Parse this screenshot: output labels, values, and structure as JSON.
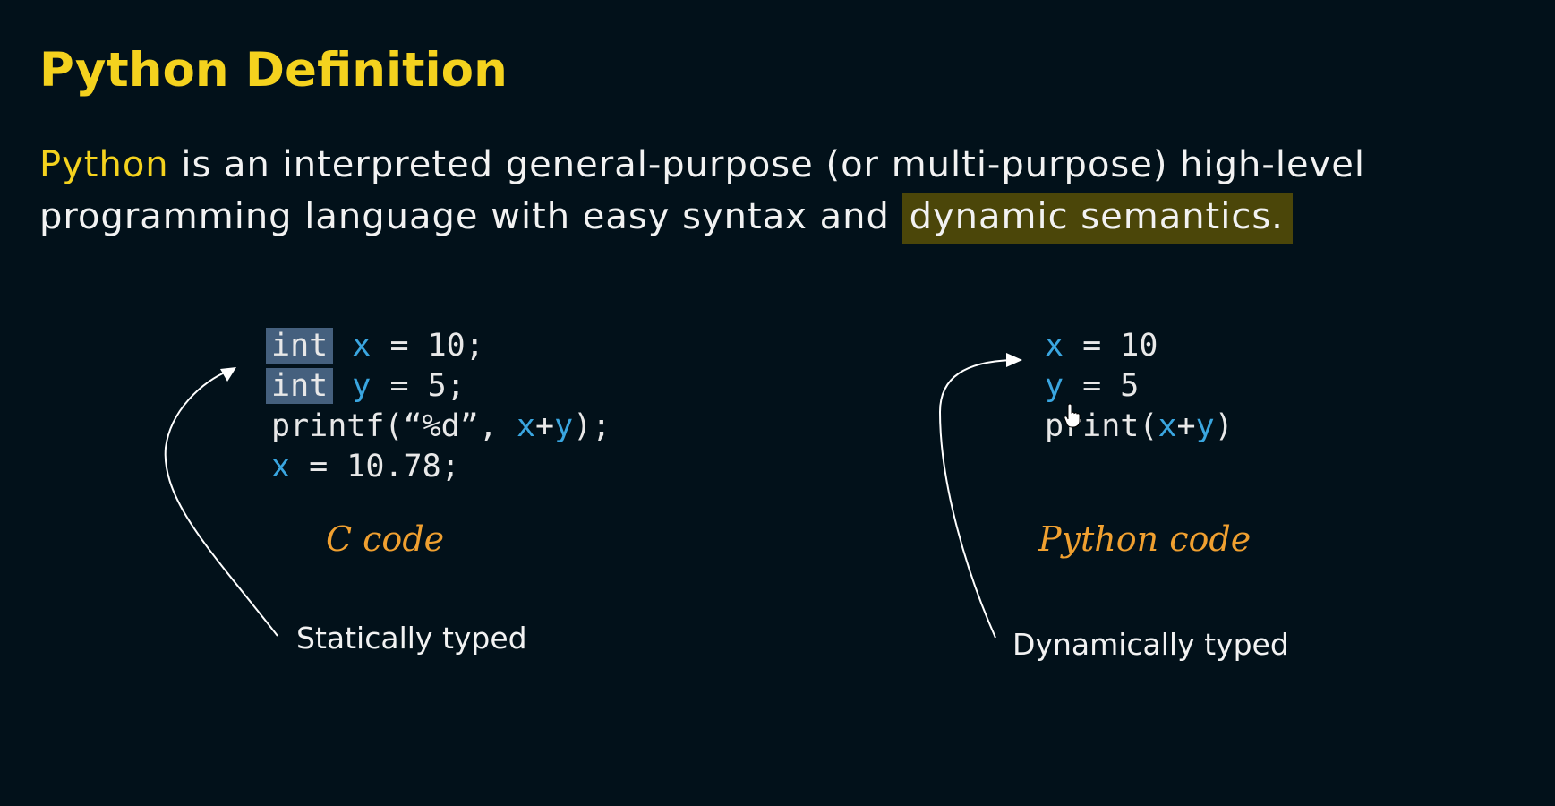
{
  "slide": {
    "title": "Python Definition"
  },
  "definition": {
    "term": "Python",
    "part1": " is an interpreted general-purpose (or multi-purpose) high-level programming language with easy syntax and ",
    "highlight": "dynamic semantics."
  },
  "c_code": {
    "lines": [
      {
        "kw": "int",
        "var": "x",
        "rest": " = 10;"
      },
      {
        "kw": "int",
        "var": "y",
        "rest": " = 5;"
      },
      {
        "pre": "printf(“%d”, ",
        "a": "x",
        "op": "+",
        "b": "y",
        "post": ");"
      },
      {
        "var": "x",
        "rest": " = 10.78;"
      }
    ],
    "caption": "C code",
    "typing_label": "Statically typed"
  },
  "python_code": {
    "lines": [
      {
        "var": "x",
        "rest": " = 10"
      },
      {
        "var": "y",
        "rest": " = 5"
      },
      {
        "pre": "print(",
        "a": "x",
        "op": "+",
        "b": "y",
        "post": ")"
      }
    ],
    "caption": "Python code",
    "typing_label": "Dynamically typed"
  },
  "colors": {
    "background": "#02111a",
    "title": "#f4d21e",
    "highlight_bg": "#4b4609",
    "variable": "#3aa6e0",
    "caption": "#f0a030",
    "selection": "#45607e"
  },
  "icons": {
    "arrow_static": "curved-arrow-icon",
    "arrow_dynamic": "curved-arrow-icon",
    "cursor": "hand-pointer-cursor-icon"
  }
}
